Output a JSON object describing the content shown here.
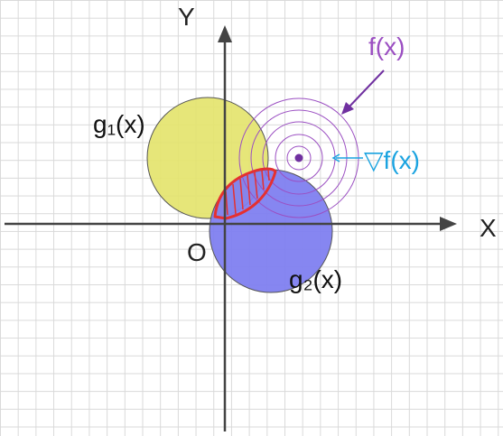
{
  "axes": {
    "x_label": "X",
    "y_label": "Y",
    "origin_label": "O"
  },
  "labels": {
    "objective": "f(x)",
    "gradient": "▽f(x)",
    "constraint_1": "g₁(x)",
    "constraint_2": "g₂(x)"
  },
  "colors": {
    "constraint_1_fill": "#e3e36a",
    "constraint_2_fill": "#8080f0",
    "objective_contours": "#9b4fc2",
    "objective_center": "#7030a0",
    "gradient": "#1aa3e0",
    "feasible_region": "#e53030",
    "axis": "#444444"
  },
  "contour_count": 5
}
